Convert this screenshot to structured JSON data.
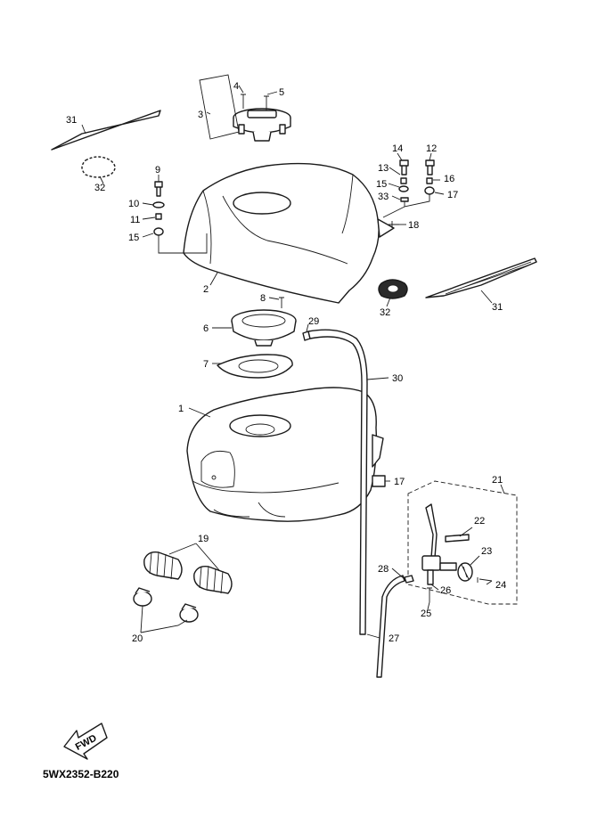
{
  "diagram": {
    "drawing_code": "5WX2352-B220",
    "direction_label": "FWD",
    "callouts": [
      {
        "id": "c1",
        "text": "1"
      },
      {
        "id": "c2",
        "text": "2"
      },
      {
        "id": "c3",
        "text": "3"
      },
      {
        "id": "c4",
        "text": "4"
      },
      {
        "id": "c5",
        "text": "5"
      },
      {
        "id": "c6",
        "text": "6"
      },
      {
        "id": "c7",
        "text": "7"
      },
      {
        "id": "c8",
        "text": "8"
      },
      {
        "id": "c9",
        "text": "9"
      },
      {
        "id": "c10",
        "text": "10"
      },
      {
        "id": "c11",
        "text": "11"
      },
      {
        "id": "c12",
        "text": "12"
      },
      {
        "id": "c13",
        "text": "13"
      },
      {
        "id": "c14",
        "text": "14"
      },
      {
        "id": "c15a",
        "text": "15"
      },
      {
        "id": "c15b",
        "text": "15"
      },
      {
        "id": "c16",
        "text": "16"
      },
      {
        "id": "c17a",
        "text": "17"
      },
      {
        "id": "c17b",
        "text": "17"
      },
      {
        "id": "c18",
        "text": "18"
      },
      {
        "id": "c19",
        "text": "19"
      },
      {
        "id": "c20",
        "text": "20"
      },
      {
        "id": "c21",
        "text": "21"
      },
      {
        "id": "c22",
        "text": "22"
      },
      {
        "id": "c23",
        "text": "23"
      },
      {
        "id": "c24",
        "text": "24"
      },
      {
        "id": "c25",
        "text": "25"
      },
      {
        "id": "c26",
        "text": "26"
      },
      {
        "id": "c27",
        "text": "27"
      },
      {
        "id": "c28",
        "text": "28"
      },
      {
        "id": "c29",
        "text": "29"
      },
      {
        "id": "c30",
        "text": "30"
      },
      {
        "id": "c31a",
        "text": "31"
      },
      {
        "id": "c31b",
        "text": "31"
      },
      {
        "id": "c32a",
        "text": "32"
      },
      {
        "id": "c32b",
        "text": "32"
      },
      {
        "id": "c33",
        "text": "33"
      }
    ]
  }
}
